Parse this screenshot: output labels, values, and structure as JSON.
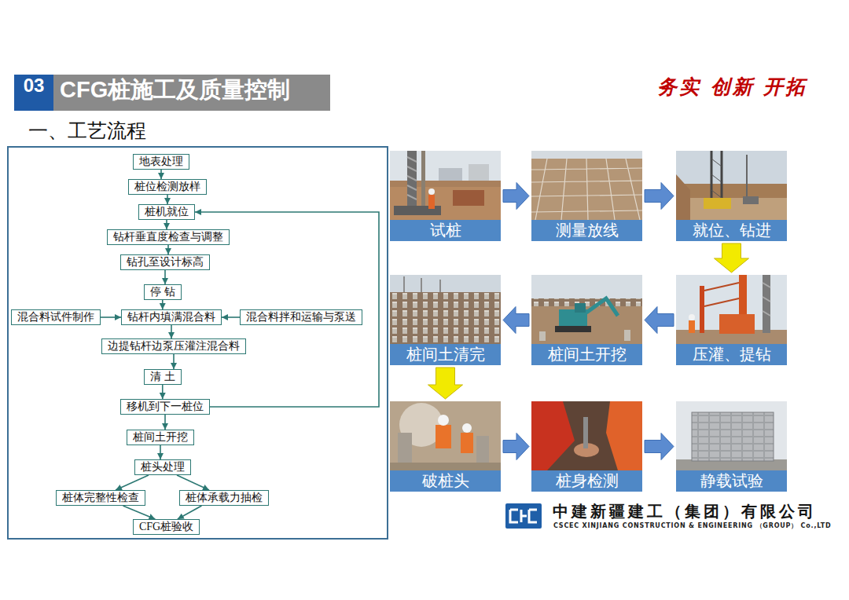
{
  "diagram": {
    "title": "CFG桩施工及质量控制",
    "nodes": [
      {
        "text": [
          "地表处理"
        ]
      },
      {
        "text": [
          "桩位检测放样"
        ]
      },
      {
        "text": [
          "桩机就位"
        ]
      },
      {
        "text": [
          "钻杆垂直度检查与调整"
        ]
      },
      {
        "text": [
          "钻孔至设计标高"
        ]
      },
      {
        "text": [
          "停 钻"
        ]
      },
      {
        "text": [
          "混合料试件制作"
        ]
      },
      {
        "text": [
          "钻杆内填满混合料"
        ]
      },
      {
        "text": [
          "混合料拌和运输与泵送"
        ]
      },
      {
        "text": [
          "边提钻杆边泵压灌注混合料"
        ]
      },
      {
        "text": [
          "清 土"
        ]
      },
      {
        "text": [
          "移机到下一桩位"
        ]
      },
      {
        "text": [
          "桩间土开挖"
        ]
      },
      {
        "text": [
          "桩头处理"
        ]
      },
      {
        "text": [
          "桩体完整性检查"
        ]
      },
      {
        "text": [
          "桩体承载力抽检"
        ]
      },
      {
        "text": [
          "CFG桩验收"
        ]
      },
      {
        "text": [
          "试桩"
        ]
      },
      {
        "text": [
          "测量放线"
        ]
      },
      {
        "text": [
          "就位、钻进"
        ]
      },
      {
        "text": [
          "桩间土清完"
        ]
      },
      {
        "text": [
          "桩间土开挖"
        ]
      },
      {
        "text": [
          "压灌、提钻"
        ]
      },
      {
        "text": [
          "破桩头"
        ]
      },
      {
        "text": [
          "桩身检测"
        ]
      },
      {
        "text": [
          "静载试验"
        ]
      }
    ],
    "edges": [
      {
        "from": 0,
        "to": 1,
        "arrow": "to"
      },
      {
        "from": 1,
        "to": 2,
        "arrow": "to"
      },
      {
        "from": 2,
        "to": 3,
        "arrow": "to"
      },
      {
        "from": 3,
        "to": 4,
        "arrow": "to"
      },
      {
        "from": 4,
        "to": 5,
        "arrow": "to"
      },
      {
        "from": 5,
        "to": 7,
        "arrow": "to"
      },
      {
        "from": 6,
        "to": 7,
        "arrow": "to"
      },
      {
        "from": 8,
        "to": 7,
        "arrow": "to"
      },
      {
        "from": 7,
        "to": 9,
        "arrow": "to"
      },
      {
        "from": 9,
        "to": 10,
        "arrow": "to"
      },
      {
        "from": 10,
        "to": 11,
        "arrow": "to"
      },
      {
        "from": 11,
        "to": 2,
        "arrow": "to"
      },
      {
        "from": 11,
        "to": 12,
        "arrow": "to"
      },
      {
        "from": 12,
        "to": 13,
        "arrow": "to"
      },
      {
        "from": 13,
        "to": 14,
        "arrow": "to"
      },
      {
        "from": 13,
        "to": 15,
        "arrow": "to"
      },
      {
        "from": 14,
        "to": 16,
        "arrow": "to"
      },
      {
        "from": 15,
        "to": 16,
        "arrow": "to"
      },
      {
        "from": 17,
        "to": 18,
        "arrow": "to"
      },
      {
        "from": 18,
        "to": 19,
        "arrow": "to"
      },
      {
        "from": 19,
        "to": 22,
        "arrow": "to"
      },
      {
        "from": 22,
        "to": 21,
        "arrow": "to"
      },
      {
        "from": 21,
        "to": 20,
        "arrow": "to"
      },
      {
        "from": 20,
        "to": 23,
        "arrow": "to"
      },
      {
        "from": 23,
        "to": 24,
        "arrow": "to"
      },
      {
        "from": 24,
        "to": 25,
        "arrow": "to"
      }
    ],
    "labels": [
      "03",
      "务实 创新 开拓",
      "一、工艺流程",
      "中建新疆建工（集团）有限公司",
      "CSCEC XINJIANG CONSTRUCTION & ENGINEERING （GROUP） Co.,LTD"
    ]
  }
}
